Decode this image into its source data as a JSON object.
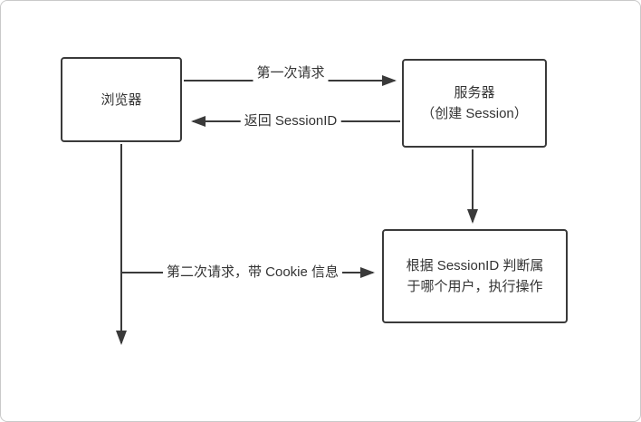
{
  "nodes": {
    "browser": {
      "label": "浏览器"
    },
    "server": {
      "label": "服务器\n（创建 Session）"
    },
    "session_check": {
      "label": "根据 SessionID 判断属\n于哪个用户，执行操作"
    }
  },
  "edges": {
    "first_request": {
      "label": "第一次请求",
      "from": "browser",
      "to": "server"
    },
    "return_sessionid": {
      "label": "返回 SessionID",
      "from": "server",
      "to": "browser"
    },
    "create_session": {
      "from": "server",
      "to": "session_check"
    },
    "browser_timeline": {
      "from": "browser",
      "to": "down"
    },
    "second_request": {
      "label": "第二次请求，带 Cookie 信息",
      "from": "browser",
      "to": "session_check"
    }
  },
  "colors": {
    "line": "#3a3a3a",
    "box_border": "#3a3a3a",
    "box_fill": "#ffffff",
    "canvas_border": "#c9c9c9",
    "background": "#ffffff"
  }
}
